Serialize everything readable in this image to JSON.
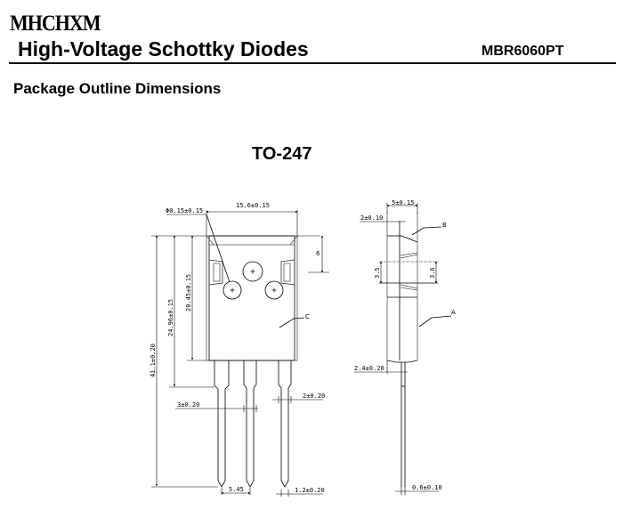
{
  "header": {
    "brand": "MHCHXM",
    "title": "High-Voltage Schottky Diodes",
    "part_number": "MBR6060PT"
  },
  "section": {
    "title": "Package Outline Dimensions"
  },
  "package": {
    "name": "TO-247"
  },
  "front_view": {
    "dimensions": {
      "body_width": "15.6±0.15",
      "hole_diameter": "Φ0.15±0.15",
      "top_to_hole": "6",
      "body_height": "20.45±0.15",
      "body_to_lead_step": "24.96±0.15",
      "overall_length": "41.1±0.20",
      "lead_width_wide": "3±0.20",
      "lead_width_mid": "2±0.20",
      "lead_pitch": "5.45",
      "lead_width_narrow": "1.2±0.20"
    },
    "labels": {
      "callout_c": "C"
    }
  },
  "side_view": {
    "dimensions": {
      "body_thickness": "5±0.15",
      "tab_thickness": "2±0.10",
      "notch_left": "3.5",
      "notch_right": "3.6",
      "lead_offset": "2.4±0.20",
      "lead_thickness": "0.6±0.10"
    },
    "labels": {
      "callout_b": "B",
      "callout_a": "A"
    }
  }
}
